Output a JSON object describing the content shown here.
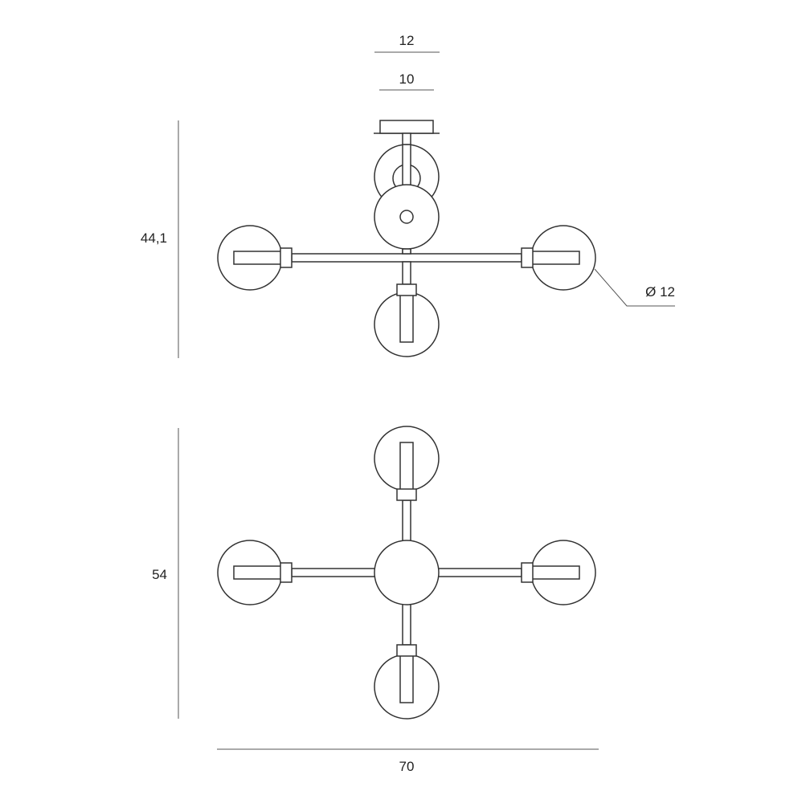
{
  "dimensions": {
    "canopy_outer_width": "12",
    "canopy_inner_width": "10",
    "side_height": "44,1",
    "globe_diameter": "Ø 12",
    "top_view_depth": "54",
    "overall_width": "70"
  },
  "colors": {
    "stroke": "#333333",
    "background": "#ffffff"
  }
}
